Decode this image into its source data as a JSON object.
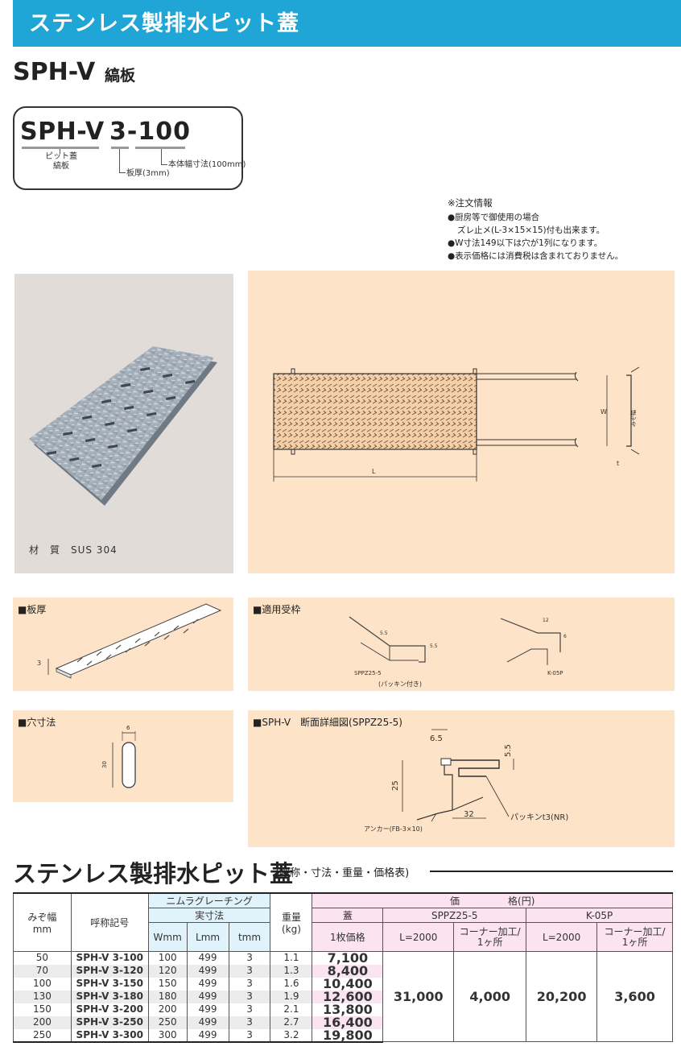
{
  "banner": {
    "title": "ステンレス製排水ピット蓋"
  },
  "model": {
    "name": "SPH-V",
    "type": "縞板"
  },
  "code_box": {
    "prefix": "SPH-V",
    "number": "3-100",
    "prefix_note_line1": "ピット蓋",
    "prefix_note_line2": "縞板",
    "thickness_note": "板厚(3mm)",
    "width_note": "本体幅寸法(100mm)"
  },
  "notes": {
    "heading": "※注文情報",
    "line1": "●厨房等で御使用の場合",
    "line2": "ズレ止メ(L-3×15×15)付も出来ます。",
    "line3": "●W寸法149以下は穴が1列になります。",
    "line4": "●表示価格には消費税は含まれておりません。"
  },
  "material": {
    "label": "材　質　SUS 304"
  },
  "drawing": {
    "w_label": "W",
    "ditch_label": "みぞ幅",
    "t_label": "t",
    "l_label": "L"
  },
  "panels": {
    "thickness": {
      "title": "■板厚",
      "dim": "3"
    },
    "frames": {
      "title": "■適用受枠",
      "left_name": "SPPZ25-5",
      "left_sub": "(パッキン付き)",
      "right_name": "K-05P",
      "dim_a": "5.5",
      "dim_b": "5.5",
      "dim_c": "12",
      "dim_d": "6"
    },
    "hole": {
      "title": "■穴寸法",
      "width": "6",
      "length": "30"
    },
    "section": {
      "title": "■SPH-V　断面詳細図(SPPZ25-5)",
      "dim_65": "6.5",
      "dim_55": "5.5",
      "dim_25": "25",
      "dim_32": "32",
      "packing": "パッキンt3(NR)",
      "anchor": "アンカー(FB-3×10)"
    }
  },
  "price_section": {
    "title": "ステンレス製排水ピット蓋",
    "subtitle": "(呼称・寸法・重量・価格表)"
  },
  "table": {
    "h_width": "みぞ幅",
    "h_width_unit": "mm",
    "h_code": "呼称記号",
    "h_grating": "ニムラグレーチング",
    "h_dims": "実寸法",
    "h_w": "Wmm",
    "h_l": "Lmm",
    "h_t": "tmm",
    "h_weight": "重量",
    "h_weight_unit": "(kg)",
    "h_price": "価　　　　　格(円)",
    "h_lid": "蓋",
    "h_lid_sub": "1枚価格",
    "h_sppz": "SPPZ25-5",
    "h_kop": "K-05P",
    "h_l2000a": "L=2000",
    "h_corner_a1": "コーナー加工/",
    "h_corner_a2": "1ヶ所",
    "h_l2000b": "L=2000",
    "h_corner_b1": "コーナー加工/",
    "h_corner_b2": "1ヶ所",
    "rows": [
      {
        "width": "50",
        "code": "SPH-V 3-100",
        "w": "100",
        "l": "499",
        "t": "3",
        "kg": "1.1",
        "price": "7,100"
      },
      {
        "width": "70",
        "code": "SPH-V 3-120",
        "w": "120",
        "l": "499",
        "t": "3",
        "kg": "1.3",
        "price": "8,400"
      },
      {
        "width": "100",
        "code": "SPH-V 3-150",
        "w": "150",
        "l": "499",
        "t": "3",
        "kg": "1.6",
        "price": "10,400"
      },
      {
        "width": "130",
        "code": "SPH-V 3-180",
        "w": "180",
        "l": "499",
        "t": "3",
        "kg": "1.9",
        "price": "12,600"
      },
      {
        "width": "150",
        "code": "SPH-V 3-200",
        "w": "200",
        "l": "499",
        "t": "3",
        "kg": "2.1",
        "price": "13,800"
      },
      {
        "width": "200",
        "code": "SPH-V 3-250",
        "w": "250",
        "l": "499",
        "t": "3",
        "kg": "2.7",
        "price": "16,400"
      },
      {
        "width": "250",
        "code": "SPH-V 3-300",
        "w": "300",
        "l": "499",
        "t": "3",
        "kg": "3.2",
        "price": "19,800"
      }
    ],
    "sppz_l2000": "31,000",
    "sppz_corner": "4,000",
    "kop_l2000": "20,200",
    "kop_corner": "3,600"
  }
}
